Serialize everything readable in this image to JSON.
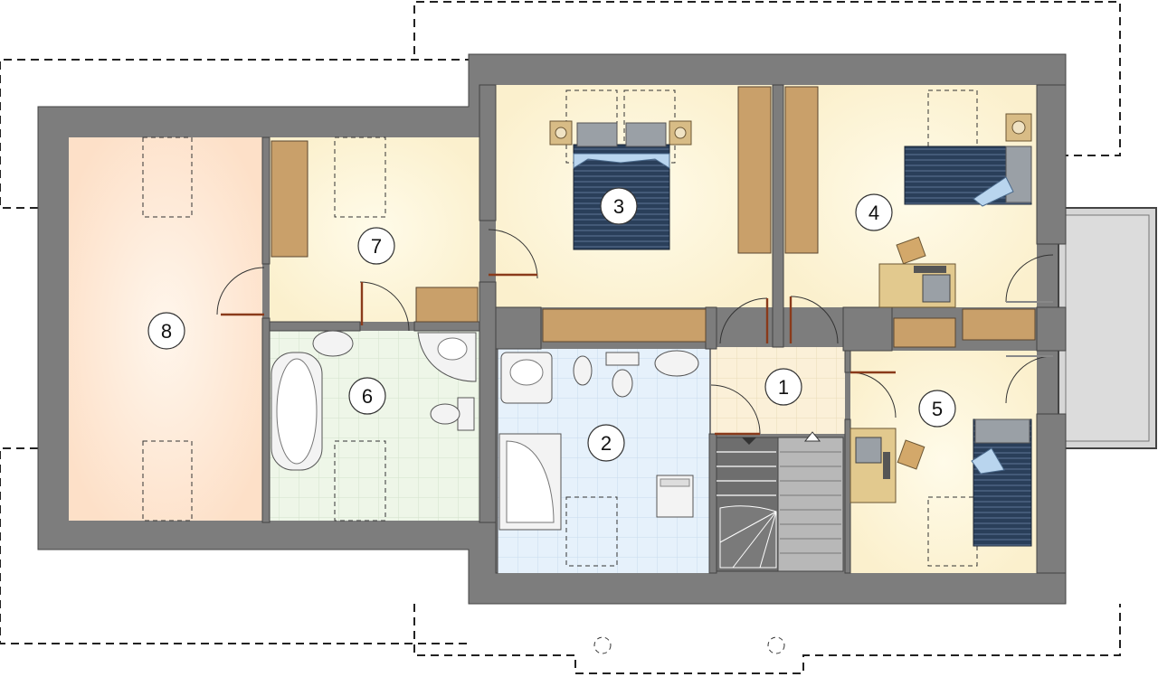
{
  "floor_plan": {
    "rooms": [
      {
        "number": "1"
      },
      {
        "number": "2"
      },
      {
        "number": "3"
      },
      {
        "number": "4"
      },
      {
        "number": "5"
      },
      {
        "number": "6"
      },
      {
        "number": "7"
      },
      {
        "number": "8"
      }
    ],
    "colors": {
      "wall": "#7d7d7d",
      "room_floor": "#fdf4d8",
      "attic_floor": "#fde8d2",
      "bath_tile_blue": "#e6f1fb",
      "bath_tile_green": "#eef6e8",
      "hall_tile": "#fbf0d8",
      "wardrobe": "#c9a06a",
      "balcony": "#d6d6d6",
      "bedding": "#2a3f5a",
      "door_leaf": "#8a3a1a"
    }
  }
}
